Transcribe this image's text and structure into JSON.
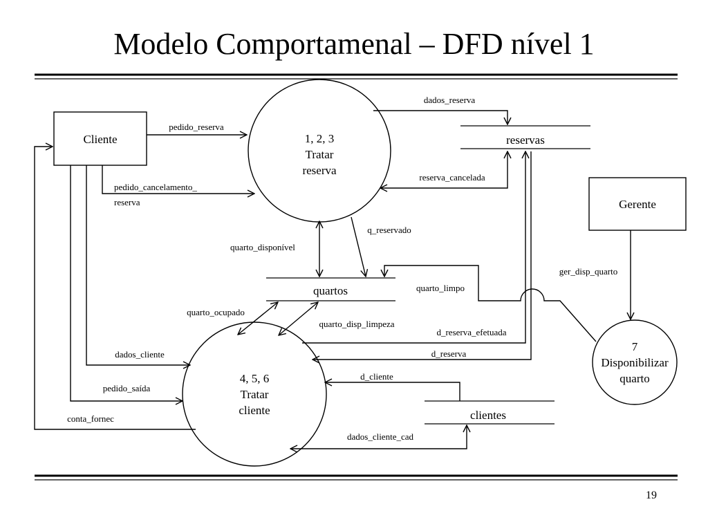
{
  "title": "Modelo Comportamenal – DFD nível 1",
  "page_number": "19",
  "entities": {
    "cliente": "Cliente",
    "gerente": "Gerente"
  },
  "processes": {
    "p123": {
      "number": "1, 2, 3",
      "line1": "Tratar",
      "line2": "reserva"
    },
    "p456": {
      "number": "4, 5, 6",
      "line1": "Tratar",
      "line2": "cliente"
    },
    "p7": {
      "number": "7",
      "line1": "Disponibilizar",
      "line2": "quarto"
    }
  },
  "stores": {
    "reservas": "reservas",
    "quartos": "quartos",
    "clientes": "clientes"
  },
  "flows": {
    "dados_reserva": "dados_reserva",
    "pedido_reserva": "pedido_reserva",
    "pedido_cancelamento_1": "pedido_cancelamento_",
    "pedido_cancelamento_2": "reserva",
    "reserva_cancelada": "reserva_cancelada",
    "q_reservado": "q_reservado",
    "quarto_disponivel": "quarto_disponível",
    "ger_disp_quarto": "ger_disp_quarto",
    "quarto_limpo": "quarto_limpo",
    "quarto_ocupado": "quarto_ocupado",
    "quarto_disp_limpeza": "quarto_disp_limpeza",
    "d_reserva_efetuada": "d_reserva_efetuada",
    "dados_cliente": "dados_cliente",
    "d_reserva": "d_reserva",
    "d_cliente": "d_cliente",
    "pedido_saida": "pedido_saída",
    "conta_fornec": "conta_fornec",
    "dados_cliente_cad": "dados_cliente_cad"
  }
}
